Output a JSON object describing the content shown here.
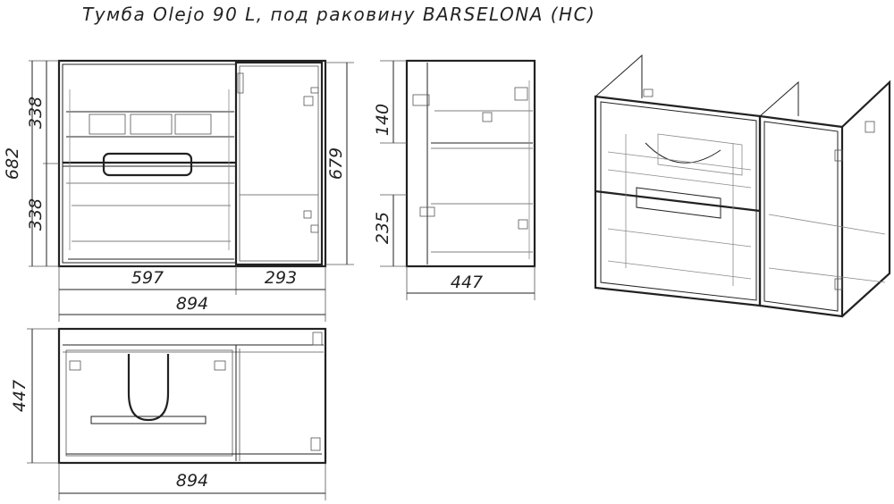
{
  "title": "Тумба Olejo 90 L, под раковину BARSELONA (HC)",
  "front_view": {
    "dim_upper_height": "338",
    "dim_lower_height": "338",
    "dim_total_height_left": "682",
    "dim_total_height_right": "679",
    "dim_left_width": "597",
    "dim_right_width": "293",
    "dim_total_width": "894"
  },
  "side_view": {
    "dim_upper": "140",
    "dim_lower": "235",
    "dim_depth": "447"
  },
  "top_view": {
    "dim_depth": "447",
    "dim_width": "894"
  }
}
